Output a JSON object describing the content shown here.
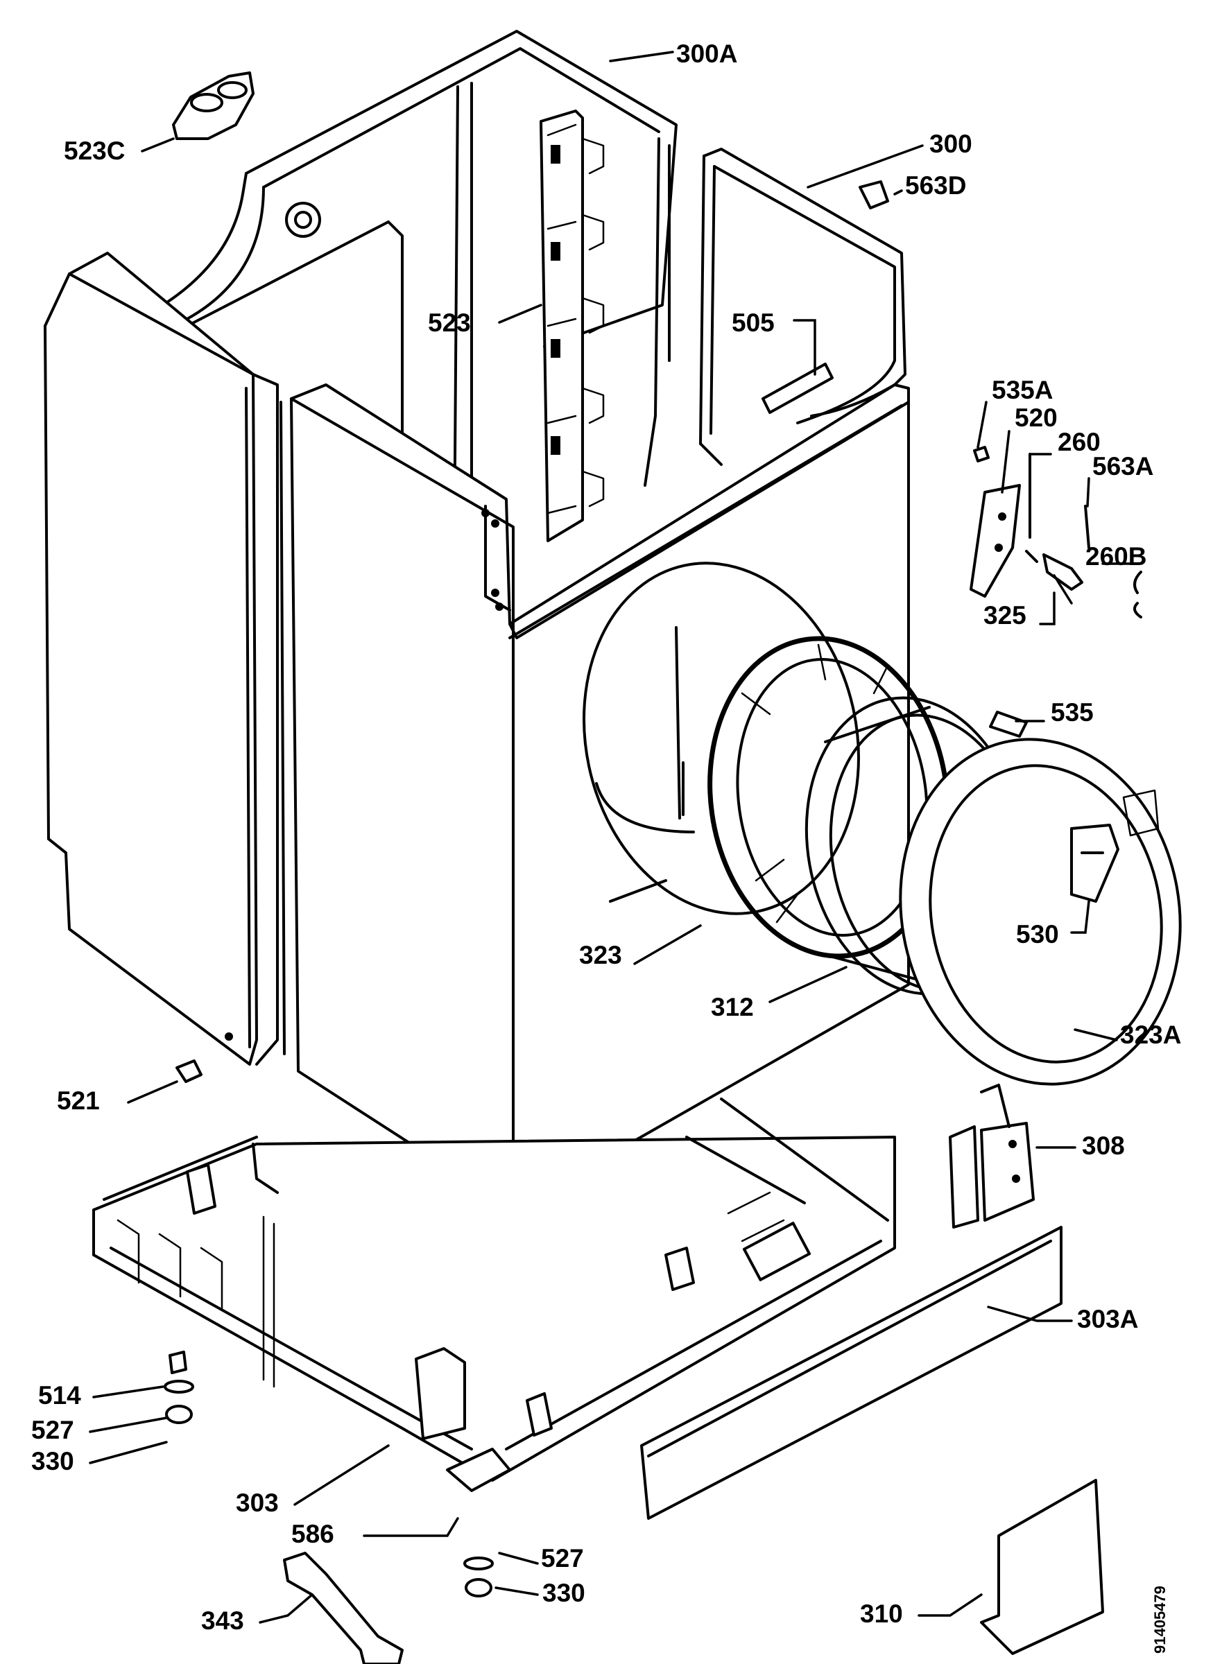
{
  "labels": [
    {
      "id": "l300A",
      "text": "300A"
    },
    {
      "id": "l523C",
      "text": "523C"
    },
    {
      "id": "l300",
      "text": "300"
    },
    {
      "id": "l563D",
      "text": "563D"
    },
    {
      "id": "l523",
      "text": "523"
    },
    {
      "id": "l505",
      "text": "505"
    },
    {
      "id": "l535A",
      "text": "535A"
    },
    {
      "id": "l520",
      "text": "520"
    },
    {
      "id": "l260",
      "text": "260"
    },
    {
      "id": "l563A",
      "text": "563A"
    },
    {
      "id": "l260B",
      "text": "260B"
    },
    {
      "id": "l325",
      "text": "325"
    },
    {
      "id": "l535",
      "text": "535"
    },
    {
      "id": "l323",
      "text": "323"
    },
    {
      "id": "l530",
      "text": "530"
    },
    {
      "id": "l312",
      "text": "312"
    },
    {
      "id": "l323A",
      "text": "323A"
    },
    {
      "id": "l521",
      "text": "521"
    },
    {
      "id": "l308",
      "text": "308"
    },
    {
      "id": "l303A",
      "text": "303A"
    },
    {
      "id": "l514",
      "text": "514"
    },
    {
      "id": "l527a",
      "text": "527"
    },
    {
      "id": "l330a",
      "text": "330"
    },
    {
      "id": "l303",
      "text": "303"
    },
    {
      "id": "l586",
      "text": "586"
    },
    {
      "id": "l527b",
      "text": "527"
    },
    {
      "id": "l330b",
      "text": "330"
    },
    {
      "id": "l343",
      "text": "343"
    },
    {
      "id": "l310",
      "text": "310"
    }
  ],
  "drawing_code": "91405479"
}
